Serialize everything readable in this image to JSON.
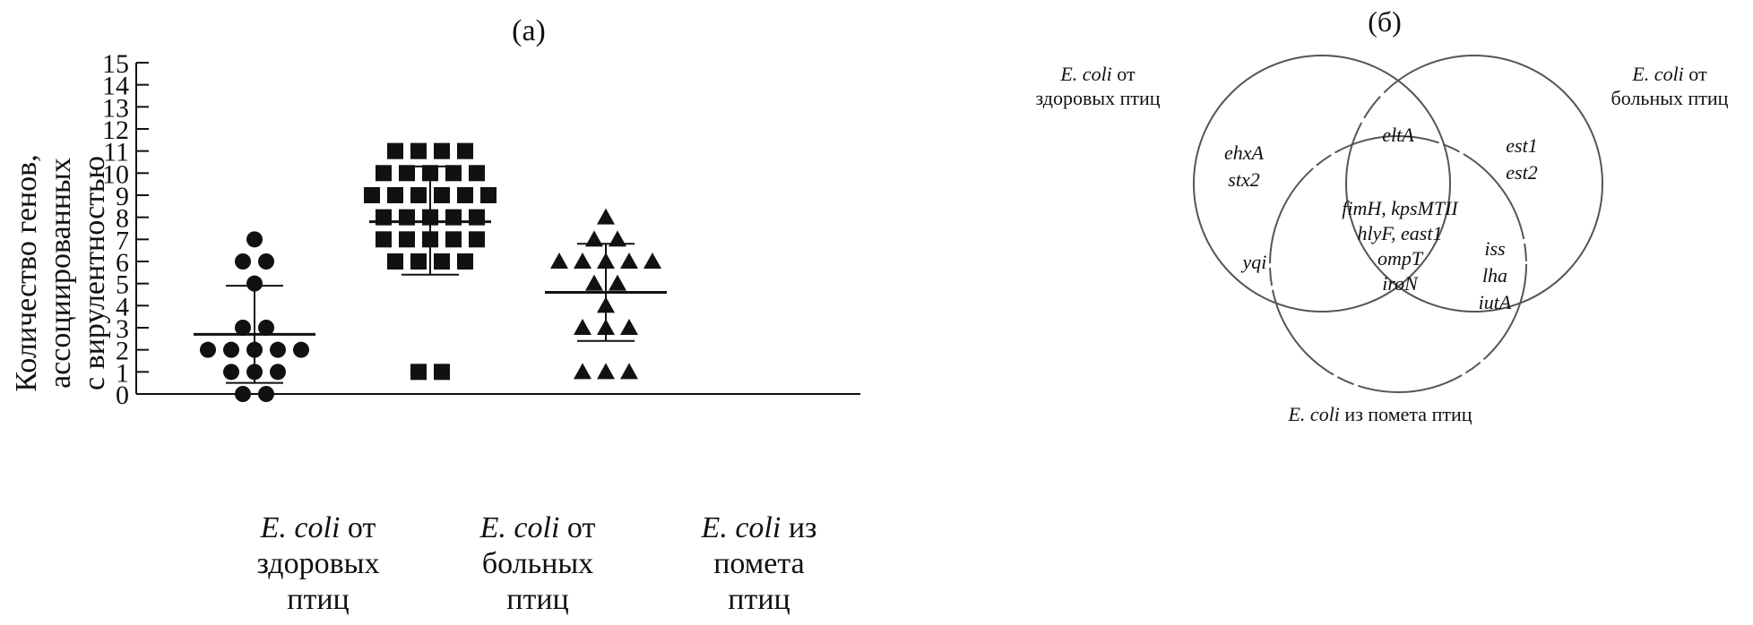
{
  "panel_a": {
    "label": "(а)",
    "ylabel_lines": [
      "Количество генов,",
      "ассоциированных",
      "с вирулентностью"
    ],
    "groups": [
      {
        "italic": "E. coli",
        "rest": " от",
        "line2": "здоровых",
        "line3": "птиц"
      },
      {
        "italic": "E. coli",
        "rest": " от",
        "line2": "больных",
        "line3": "птиц"
      },
      {
        "italic": "E. coli",
        "rest": " из",
        "line2": "помета",
        "line3": "птиц"
      }
    ]
  },
  "panel_b": {
    "label": "(б)",
    "set_labels": {
      "healthy": {
        "italic": "E. coli",
        "rest": " от",
        "line2": "здоровых птиц"
      },
      "sick": {
        "italic": "E. coli",
        "rest": " от",
        "line2": "больных птиц"
      },
      "droppings": {
        "italic": "E. coli",
        "rest": " из помета птиц"
      }
    },
    "regions": {
      "healthy_only": [
        "ehxA",
        "stx2"
      ],
      "healthy_sick": [
        "eltA"
      ],
      "sick_only": [
        "est1",
        "est2"
      ],
      "all_three": [
        "fimH, kpsMTII",
        "hlyF, east1",
        "ompT",
        "iroN"
      ],
      "healthy_droppings": [
        "yqi"
      ],
      "sick_droppings": [
        "iss",
        "lha",
        "iutA"
      ]
    }
  },
  "chart_data": [
    {
      "type": "scatter",
      "title": "(а)",
      "ylabel": "Количество генов, ассоциированных с вирулентностью",
      "ylim": [
        0,
        15
      ],
      "yticks": [
        0,
        1,
        2,
        3,
        4,
        5,
        6,
        7,
        8,
        9,
        10,
        11,
        12,
        13,
        14,
        15
      ],
      "categories": [
        "E. coli от здоровых птиц",
        "E. coli от больных птиц",
        "E. coli из помета птиц"
      ],
      "series": [
        {
          "marker": "circle",
          "points": [
            0,
            0,
            1,
            1,
            1,
            2,
            2,
            2,
            2,
            2,
            3,
            3,
            5,
            6,
            6,
            7
          ],
          "mean": 2.7,
          "sd_low": 0.5,
          "sd_high": 4.9
        },
        {
          "marker": "square",
          "points": [
            1,
            1,
            6,
            6,
            6,
            6,
            7,
            7,
            7,
            7,
            7,
            8,
            8,
            8,
            8,
            8,
            9,
            9,
            9,
            9,
            9,
            9,
            10,
            10,
            10,
            10,
            10,
            11,
            11,
            11,
            11
          ],
          "mean": 7.8,
          "sd_low": 5.4,
          "sd_high": 10.3
        },
        {
          "marker": "triangle",
          "points": [
            1,
            1,
            1,
            3,
            3,
            3,
            4,
            5,
            5,
            6,
            6,
            6,
            6,
            6,
            7,
            7,
            8
          ],
          "mean": 4.6,
          "sd_low": 2.4,
          "sd_high": 6.8
        }
      ]
    }
  ]
}
